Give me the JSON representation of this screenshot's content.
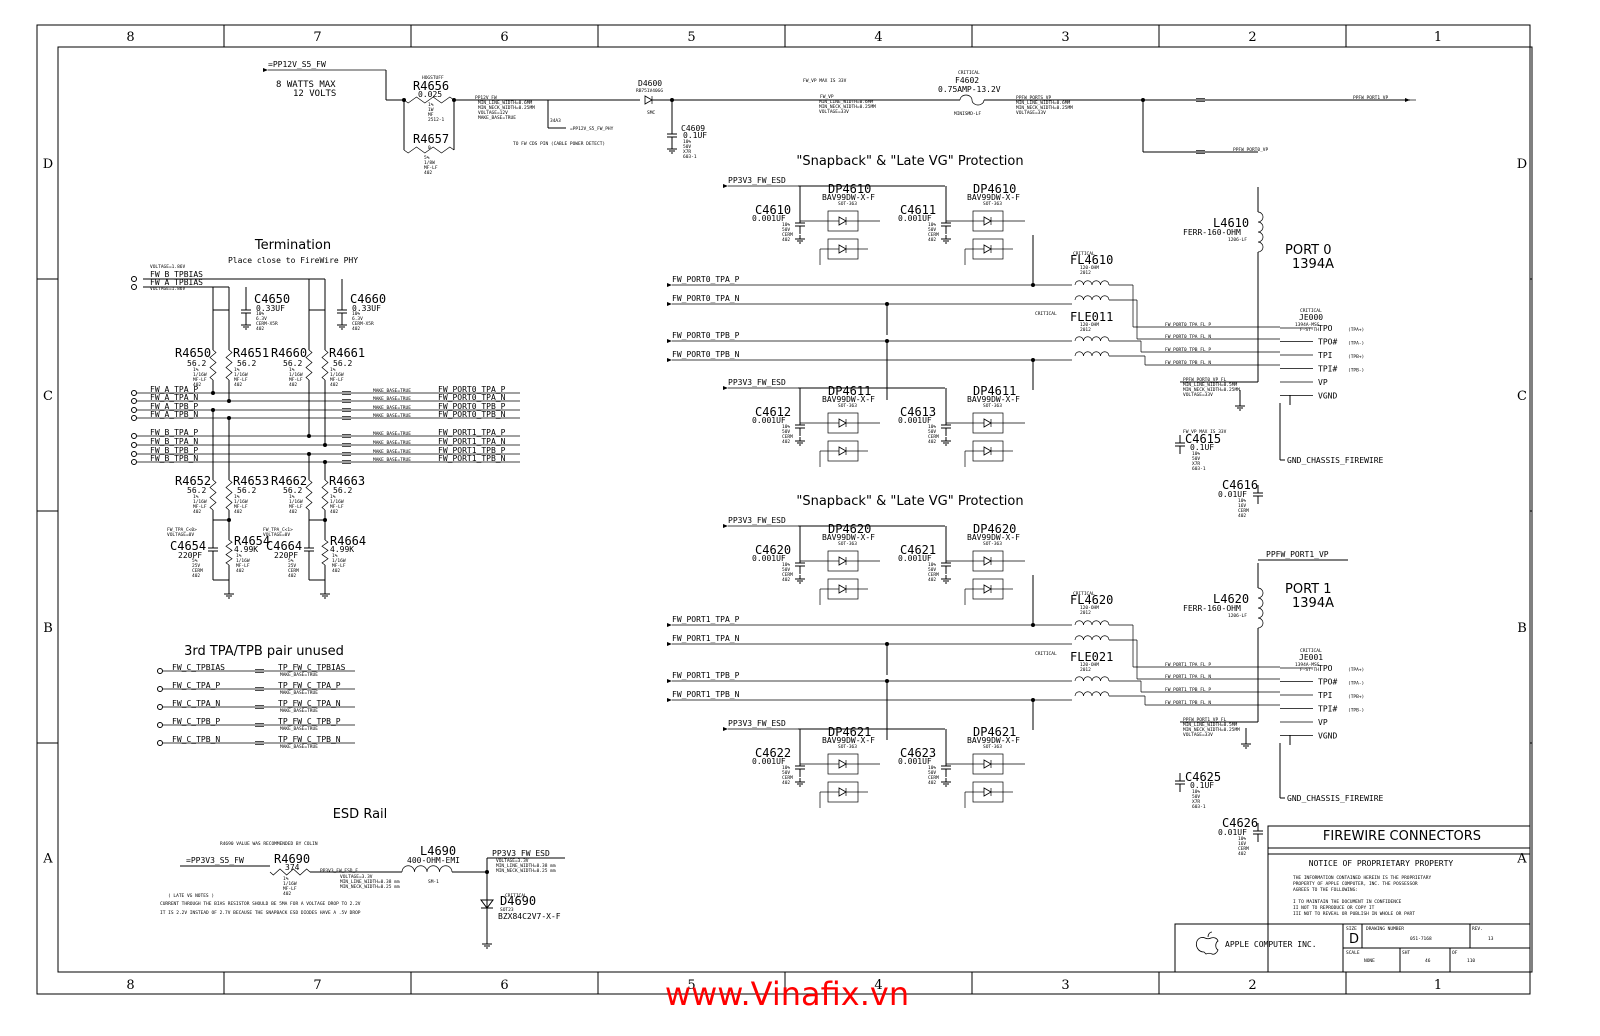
{
  "grid": {
    "cols": [
      "8",
      "7",
      "6",
      "5",
      "4",
      "3",
      "2",
      "1"
    ],
    "rows": [
      "D",
      "C",
      "B",
      "A"
    ]
  },
  "power": {
    "rail_in": "=PP12V_S5_FW",
    "watts": "8 WATTS MAX",
    "volts": "12 VOLTS",
    "hogstuff": "HOGSTUFF",
    "r4656": {
      "ref": "R4656",
      "val": "0.025",
      "s": [
        "1%",
        "1W",
        "MF",
        "2512-1"
      ]
    },
    "r4657": {
      "ref": "R4657",
      "val": "0",
      "s": [
        "5%",
        "1/8W",
        "MF-LF",
        "402"
      ]
    },
    "pp12v_fw": "PP12V_FW",
    "pp12v_props": [
      "MIN_LINE_WIDTH=0.6MM",
      "MIN_NECK_WIDTH=0.25MM",
      "VOLTAGE=12V",
      "MAKE_BASE=TRUE"
    ],
    "cds_ref": "34A3",
    "cds_net": "=PP12V_S5_FW_PHY",
    "cds_note": "TO FW CDS PIN (CABLE POWER DETECT)",
    "d4600": {
      "ref": "D4600",
      "s": [
        "RB751V40GG",
        "SMC"
      ]
    },
    "c4609": {
      "ref": "C4609",
      "val": "0.1UF",
      "s": [
        "10%",
        "50V",
        "X7R",
        "603-1"
      ]
    },
    "fw_vp_max": "FW_VP MAX IS 33V",
    "fw_vp": "FW_VP",
    "fw_vp_props": [
      "MIN_LINE_WIDTH=0.6MM",
      "MIN_NECK_WIDTH=0.25MM",
      "VOLTAGE=33V"
    ],
    "critical": "CRITICAL",
    "f4602": {
      "ref": "F4602",
      "val": "0.75AMP-13.2V",
      "s": [
        "MINISMD-LF"
      ]
    },
    "ppfw_ports_vp": "PPFW_PORTS_VP",
    "ppfw_ports_props": [
      "MIN_LINE_WIDTH=0.6MM",
      "MIN_NECK_WIDTH=0.25MM",
      "VOLTAGE=33V"
    ],
    "ppfw_port1_vp": "PPFW_PORT1_VP",
    "ppfw_port0_vp": "PPFW_PORT0_VP"
  },
  "termination": {
    "title": "Termination",
    "subtitle": "Place close to FireWire PHY",
    "tpbias": [
      "FW_B_TPBIAS",
      "FW_A_TPBIAS"
    ],
    "volt_top": "VOLTAGE=1.86V",
    "volt_bot": "VOLTAGE=1.86V",
    "c4650": {
      "ref": "C4650",
      "val": "0.33UF",
      "s": [
        "10%",
        "6.3V",
        "CERM-X5R",
        "402"
      ]
    },
    "c4660": {
      "ref": "C4660",
      "val": "0.33UF",
      "s": [
        "10%",
        "6.3V",
        "CERM-X5R",
        "402"
      ]
    },
    "r_top": [
      {
        "ref": "R4650",
        "val": "56.2"
      },
      {
        "ref": "R4651",
        "val": "56.2"
      },
      {
        "ref": "R4660",
        "val": "56.2"
      },
      {
        "ref": "R4661",
        "val": "56.2"
      }
    ],
    "r_bot": [
      {
        "ref": "R4652",
        "val": "56.2"
      },
      {
        "ref": "R4653",
        "val": "56.2"
      },
      {
        "ref": "R4662",
        "val": "56.2"
      },
      {
        "ref": "R4663",
        "val": "56.2"
      }
    ],
    "r_spec": [
      "1%",
      "1/16W",
      "MF-LF",
      "402"
    ],
    "nets_in": [
      "FW_A_TPA_P",
      "FW_A_TPA_N",
      "FW_A_TPB_P",
      "FW_A_TPB_N",
      "FW_B_TPA_P",
      "FW_B_TPA_N",
      "FW_B_TPB_P",
      "FW_B_TPB_N"
    ],
    "nets_out": [
      "FW_PORT0_TPA_P",
      "FW_PORT0_TPA_N",
      "FW_PORT0_TPB_P",
      "FW_PORT0_TPB_N",
      "FW_PORT1_TPA_P",
      "FW_PORT1_TPA_N",
      "FW_PORT1_TPB_P",
      "FW_PORT1_TPB_N"
    ],
    "make_base": "MAKE_BASE=TRUE",
    "tpa_c0": "FW_TPA_C<0>",
    "tpa_c1": "FW_TPA_C<1>",
    "volt0": "VOLTAGE=0V",
    "c4654": {
      "ref": "C4654",
      "val": "220PF",
      "s": [
        "5%",
        "25V",
        "CERM",
        "402"
      ]
    },
    "r4654": {
      "ref": "R4654",
      "val": "4.99K",
      "s": [
        "1%",
        "1/16W",
        "MF-LF",
        "402"
      ]
    },
    "c4664": {
      "ref": "C4664",
      "val": "220PF",
      "s": [
        "5%",
        "25V",
        "CERM",
        "402"
      ]
    },
    "r4664": {
      "ref": "R4664",
      "val": "4.99K",
      "s": [
        "1%",
        "1/16W",
        "MF-LF",
        "402"
      ]
    }
  },
  "unused": {
    "title": "3rd TPA/TPB pair unused",
    "rows": [
      {
        "from": "FW_C_TPBIAS",
        "to": "TP_FW_C_TPBIAS",
        "note": "MAKE_BASE=TRUE"
      },
      {
        "from": "FW_C_TPA_P",
        "to": "TP_FW_C_TPA_P",
        "note": "MAKE_BASE=TRUE"
      },
      {
        "from": "FW_C_TPA_N",
        "to": "TP_FW_C_TPA_N",
        "note": "MAKE_BASE=TRUE"
      },
      {
        "from": "FW_C_TPB_P",
        "to": "TP_FW_C_TPB_P",
        "note": "MAKE_BASE=TRUE"
      },
      {
        "from": "FW_C_TPB_N",
        "to": "TP_FW_C_TPB_N",
        "note": "MAKE_BASE=TRUE"
      }
    ]
  },
  "esd": {
    "title": "ESD Rail",
    "note_colin": "R4690 VALUE WAS RECOMMENDED BY COLIN",
    "rail_in": "=PP3V3_S5_FW",
    "r4690": {
      "ref": "R4690",
      "val": "374",
      "s": [
        "1%",
        "1/16W",
        "MF-LF",
        "402"
      ]
    },
    "pp3v3_fw_esd_f": "PP3V3_FW_ESD_F",
    "esd_f_props": [
      "VOLTAGE=3.3V",
      "MIN_LINE_WIDTH=0.38 mm",
      "MIN_NECK_WIDTH=0.25 mm"
    ],
    "l4690": {
      "ref": "L4690",
      "val": "400-OHM-EMI",
      "s": [
        "SM-1"
      ]
    },
    "pp3v3_fw_esd": "PP3V3_FW_ESD",
    "esd_props": [
      "VOLTAGE=3.3V",
      "MIN_LINE_WIDTH=0.38 mm",
      "MIN_NECK_WIDTH=0.25 mm"
    ],
    "d4690": {
      "ref": "D4690",
      "val": "BZX84C2V7-X-F",
      "crit": "CRITICAL",
      "s": [
        "SOT23"
      ]
    },
    "notes": [
      "( LATE VG NOTES )",
      "CURRENT THROUGH THE BIAS RESISTOR SHOULD BE 5MA FOR A VOLTAGE DROP TO 2.2V",
      "IT IS 2.2V INSTEAD OF 2.7V BECAUSE THE SNAPBACK ESD DIODES HAVE A .5V DROP"
    ]
  },
  "protection": {
    "title": "\"Snapback\" & \"Late VG\" Protection",
    "rail": "PP3V3_FW_ESD",
    "diode_val": "BAV99DW-X-F",
    "diode_pkg": "SOT-363",
    "cap_val": "0.001UF",
    "cap_spec": [
      "10%",
      "50V",
      "CERM",
      "402"
    ],
    "top_diodes": [
      "DP4610",
      "DP4610",
      "DP4611",
      "DP4611"
    ],
    "top_caps": [
      "C4610",
      "C4611",
      "C4612",
      "C4613"
    ],
    "bot_diodes": [
      "DP4620",
      "DP4620",
      "DP4621",
      "DP4621"
    ],
    "bot_caps": [
      "C4620",
      "C4621",
      "C4622",
      "C4623"
    ]
  },
  "port0": {
    "inputs": [
      "FW_PORT0_TPA_P",
      "FW_PORT0_TPA_N",
      "FW_PORT0_TPB_P",
      "FW_PORT0_TPB_N"
    ],
    "fl_a": {
      "ref": "FL4610",
      "crit": "CRITICAL",
      "s": [
        "120-OHM",
        "2012"
      ]
    },
    "fl_b": {
      "ref": "FLE011",
      "crit": "CRITICAL",
      "s": [
        "120-OHM",
        "2012"
      ]
    },
    "filtered": [
      "FW_PORT0_TPA_FL_P",
      "FW_PORT0_TPA_FL_N",
      "FW_PORT0_TPB_FL_P",
      "FW_PORT0_TPB_FL_N"
    ],
    "l": {
      "ref": "L4610",
      "val": "FERR-160-OHM",
      "s": [
        "1206-LF"
      ]
    },
    "title": "PORT 0",
    "std": "1394A",
    "conn": {
      "ref": "JE000",
      "crit": "CRITICAL",
      "s": [
        "1394A-MSG",
        "F-ST-TH"
      ]
    },
    "pins": [
      "TPO",
      "TPO#",
      "TPI",
      "TPI#",
      "VP",
      "VGND"
    ],
    "pin_notes": [
      "(TPA+)",
      "(TPA-)",
      "(TPB+)",
      "(TPB-)"
    ],
    "vp_fl": "PPFW_PORT0_VP_FL",
    "vp_fl_props": [
      "MIN_LINE_WIDTH=0.5MM",
      "MIN_NECK_WIDTH=0.25MM",
      "VOLTAGE=33V"
    ],
    "vp_max": "FW_VP MAX IS 33V",
    "c_a": {
      "ref": "C4615",
      "val": "0.1UF",
      "s": [
        "10%",
        "50V",
        "X7R",
        "603-1"
      ]
    },
    "c_b": {
      "ref": "C4616",
      "val": "0.01UF",
      "s": [
        "10%",
        "16V",
        "CERM",
        "402"
      ]
    },
    "gnd": "GND_CHASSIS_FIREWIRE"
  },
  "port1": {
    "inputs": [
      "FW_PORT1_TPA_P",
      "FW_PORT1_TPA_N",
      "FW_PORT1_TPB_P",
      "FW_PORT1_TPB_N"
    ],
    "fl_a": {
      "ref": "FL4620",
      "crit": "CRITICAL",
      "s": [
        "120-OHM",
        "2012"
      ]
    },
    "fl_b": {
      "ref": "FLE021",
      "crit": "CRITICAL",
      "s": [
        "120-OHM",
        "2012"
      ]
    },
    "filtered": [
      "FW_PORT1_TPA_FL_P",
      "FW_PORT1_TPA_FL_N",
      "FW_PORT1_TPB_FL_P",
      "FW_PORT1_TPB_FL_N"
    ],
    "l": {
      "ref": "L4620",
      "val": "FERR-160-OHM",
      "s": [
        "1206-LF"
      ]
    },
    "title": "PORT 1",
    "std": "1394A",
    "conn": {
      "ref": "JE001",
      "crit": "CRITICAL",
      "s": [
        "1394A-MSG",
        "F-ST-TH"
      ]
    },
    "pins": [
      "TPO",
      "TPO#",
      "TPI",
      "TPI#",
      "VP",
      "VGND"
    ],
    "pin_notes": [
      "(TPA+)",
      "(TPA-)",
      "(TPB+)",
      "(TPB-)"
    ],
    "vp_fl": "PPFW_PORT1_VP_FL",
    "vp_fl_props": [
      "MIN_LINE_WIDTH=0.5MM",
      "MIN_NECK_WIDTH=0.25MM",
      "VOLTAGE=33V"
    ],
    "c_a": {
      "ref": "C4625",
      "val": "0.1UF",
      "s": [
        "10%",
        "50V",
        "X7R",
        "603-1"
      ]
    },
    "c_b": {
      "ref": "C4626",
      "val": "0.01UF",
      "s": [
        "10%",
        "16V",
        "CERM",
        "402"
      ]
    },
    "gnd": "GND_CHASSIS_FIREWIRE",
    "vp_label": "PPFW_PORT1_VP"
  },
  "title_block": {
    "title": "FIREWIRE CONNECTORS",
    "notice": "NOTICE OF PROPRIETARY PROPERTY",
    "notice_lines": [
      "THE INFORMATION CONTAINED HEREIN IS THE PROPRIETARY",
      "PROPERTY OF APPLE COMPUTER, INC. THE POSSESSOR",
      "AGREES TO THE FOLLOWING:",
      "I  TO MAINTAIN THE DOCUMENT IN CONFIDENCE",
      "II NOT TO REPRODUCE OR COPY IT",
      "III NOT TO REVEAL OR PUBLISH IN WHOLE OR PART"
    ],
    "company": "APPLE COMPUTER INC.",
    "size_lbl": "SIZE",
    "size": "D",
    "dwg_lbl": "DRAWING NUMBER",
    "dwg": "051-7168",
    "rev_lbl": "REV.",
    "rev": "13",
    "scale_lbl": "SCALE",
    "scale": "NONE",
    "sht_lbl": "SHT",
    "sht": "46",
    "of_lbl": "OF",
    "of": "110"
  },
  "watermark": "www.Vinafix.vn"
}
